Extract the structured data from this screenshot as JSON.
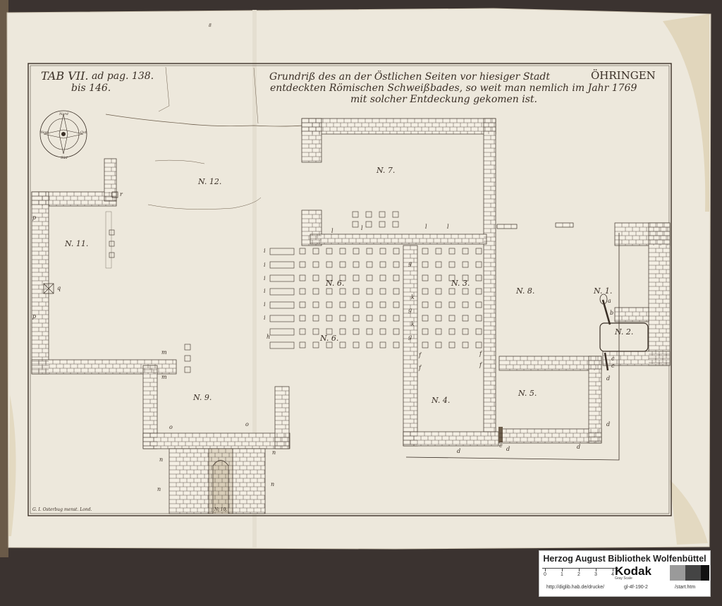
{
  "title": {
    "tab": "TAB VII.",
    "ad_pag": "ad pag. 138.",
    "bis": "bis 146.",
    "line1": "Grundriß des an der Östlichen Seiten vor hiesiger Stadt",
    "city": "ÖHRINGEN",
    "line2": "entdeckten Römischen Schweißbades, so weit man nemlich im Jahr 1769",
    "line3": "mit solcher Entdeckung gekomen ist."
  },
  "compass": {
    "n": "Nord",
    "s": "Süd",
    "e": "Ost",
    "w": "West"
  },
  "page_number": "8",
  "rooms": {
    "n1": "N. 1.",
    "n2": "N. 2.",
    "n3": "N. 3.",
    "n4": "N. 4.",
    "n5": "N. 5.",
    "n6a": "N. 6.",
    "n6b": "N. 6.",
    "n7": "N. 7.",
    "n8": "N. 8.",
    "n9": "N. 9.",
    "n10": "N. 10.",
    "n11": "N. 11.",
    "n12": "N. 12."
  },
  "letters": {
    "a": "a",
    "b": "b",
    "c": "c",
    "d": "d",
    "e": "e",
    "f": "f",
    "g": "g",
    "h": "h",
    "i": "i",
    "k": "k",
    "l": "l",
    "m": "m",
    "n": "n",
    "o": "o",
    "p": "p",
    "q": "q",
    "r": "r"
  },
  "engraver": "G. I. Osterbug menst. Lond.",
  "library": {
    "name": "Herzog August Bibliothek Wolfenbüttel",
    "ruler": [
      "0",
      "1",
      "2",
      "3",
      "4"
    ],
    "url": "http://diglib.hab.de/drucke/",
    "brand": "Kodak",
    "grayscale": "Gray Scale",
    "shelfmark": "gl-4f-190-2",
    "file": "/start.htm"
  },
  "colors": {
    "backdrop": "#3b3330",
    "paper": "#ede8dc",
    "ink": "#3a2f26",
    "wall": "#f4efe4",
    "stain": "#d9c9a6"
  }
}
